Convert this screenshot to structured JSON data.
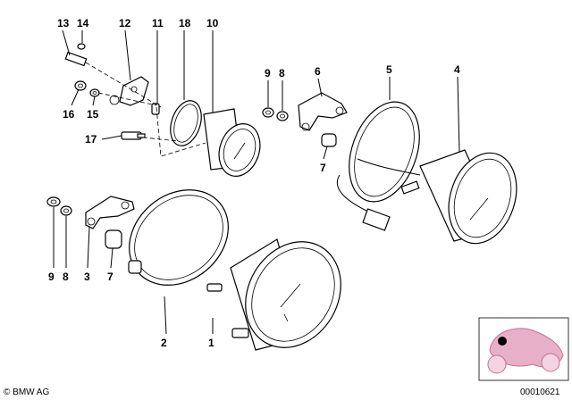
{
  "callouts": {
    "c13": "13",
    "c14": "14",
    "c12": "12",
    "c11": "11",
    "c18": "18",
    "c10": "10",
    "c16": "16",
    "c15": "15",
    "c17": "17",
    "c9a": "9",
    "c8a": "8",
    "c6": "6",
    "c5": "5",
    "c4": "4",
    "c7a": "7",
    "c9b": "9",
    "c8b": "8",
    "c3": "3",
    "c7b": "7",
    "c2": "2",
    "c1": "1"
  },
  "footer": {
    "copyright": "© BMW AG",
    "diagram_number": "00010621"
  },
  "thumbnail": {
    "icon": "motorcycle-locator-icon"
  }
}
